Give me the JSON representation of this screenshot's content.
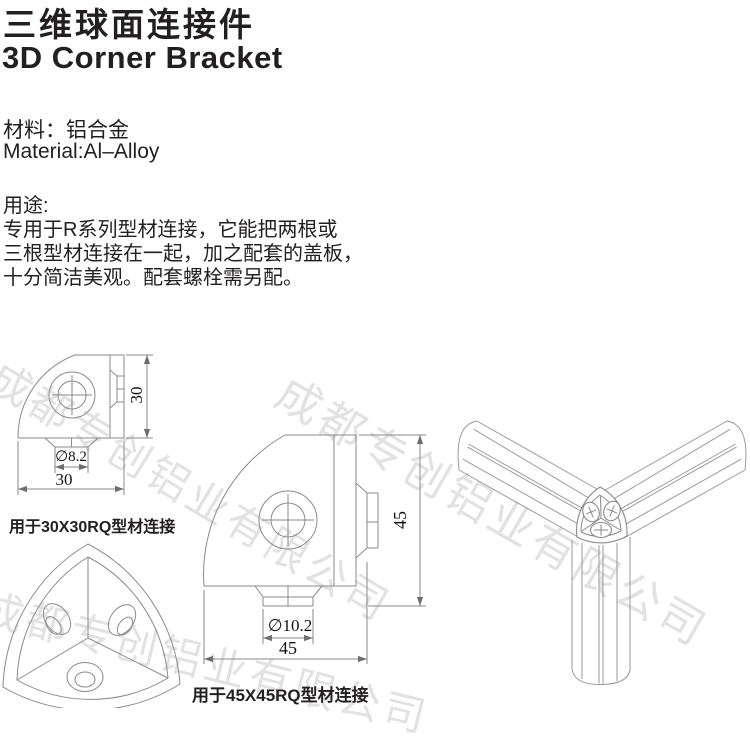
{
  "page": {
    "title_zh": "三维球面连接件",
    "title_en": "3D Corner Bracket",
    "material_zh": "材料：铝合金",
    "material_en": "Material:Al–Alloy",
    "usage_heading": "用途:",
    "usage_line1": "专用于R系列型材连接，它能把两根或",
    "usage_line2": "三根型材连接在一起，加之配套的盖板，",
    "usage_line3": "十分简洁美观。配套螺栓需另配。"
  },
  "drawings": {
    "bracket30": {
      "label": "用于30X30RQ型材连接",
      "dim_height": "30",
      "dim_width": "30",
      "dim_hole": "∅8.2"
    },
    "bracket45": {
      "label": "用于45X45RQ型材连接",
      "dim_height": "45",
      "dim_width": "45",
      "dim_hole": "∅10.2"
    }
  },
  "watermark": {
    "text": "成都专创铝业有限公司",
    "color": "#e2e2e2"
  },
  "colors": {
    "text": "#231f20",
    "drawing_line": "#8a8a8a",
    "dim_text": "#111111"
  }
}
